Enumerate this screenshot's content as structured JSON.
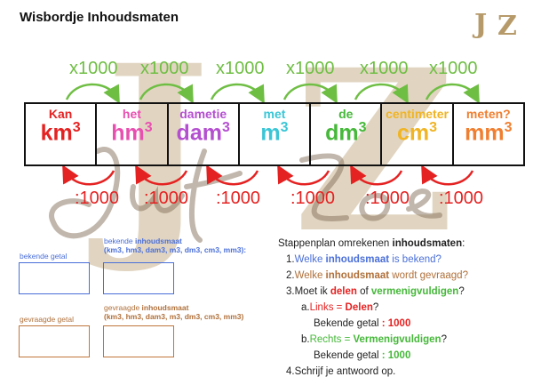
{
  "title": "Wisbordje Inhoudsmaten",
  "logo": {
    "left": "J",
    "right": "Z"
  },
  "watermark": {
    "big_left": "J",
    "big_right": "Z",
    "script": "Juf Zoe"
  },
  "multiply_label": "x1000",
  "divide_label": ":1000",
  "units": [
    {
      "word": "Kan",
      "unit": "km",
      "exp": "3",
      "color": "#e52222"
    },
    {
      "word": "het",
      "unit": "hm",
      "exp": "3",
      "color": "#e84fb0"
    },
    {
      "word": "dametie",
      "unit": "dam",
      "exp": "3",
      "color": "#b44fd0"
    },
    {
      "word": "met",
      "unit": "m",
      "exp": "3",
      "color": "#3bc6d6"
    },
    {
      "word": "de",
      "unit": "dm",
      "exp": "3",
      "color": "#46b83a"
    },
    {
      "word": "centimeter",
      "unit": "cm",
      "exp": "3",
      "color": "#f0b424"
    },
    {
      "word": "meten?",
      "unit": "mm",
      "exp": "3",
      "color": "#f07f30"
    }
  ],
  "left": {
    "known_number": "bekende getal",
    "known_unit_prefix": "bekende ",
    "known_unit_bold": "inhoudsmaat",
    "known_units_list": "(km3, hm3, dam3, m3, dm3, cm3, mm3):",
    "asked_number": "gevraagde getal",
    "asked_unit_prefix": "gevraagde ",
    "asked_unit_bold": "inhoudsmaat",
    "asked_units_list": "(km3, hm3, dam3, m3, dm3, cm3, mm3)"
  },
  "steps": {
    "heading_prefix": "Stappenplan omrekenen ",
    "heading_bold": "inhoudsmaten",
    "heading_suffix": ":",
    "s1_num": "1.",
    "s1_a": "Welke ",
    "s1_b": "inhoudsmaat",
    "s1_c": " is bekend?",
    "s2_num": "2.",
    "s2_a": "Welke ",
    "s2_b": "inhoudsmaat",
    "s2_c": " wordt gevraagd?",
    "s3_num": "3.",
    "s3_a": "Moet ik ",
    "s3_b": "delen",
    "s3_c": " of ",
    "s3_d": "vermenigvuldigen",
    "s3_e": "?",
    "a_num": "a.",
    "a_text": "Links = ",
    "a_bold": "Delen",
    "a_q": "?",
    "a_known": "Bekende getal ",
    "a_val": ": 1000",
    "b_num": "b.",
    "b_text": "Rechts = ",
    "b_bold": "Vermenigvuldigen",
    "b_q": "?",
    "b_known": "Bekende getal ",
    "b_val": ": 1000",
    "s4_num": "4.",
    "s4_text": "Schrijf je antwoord op."
  },
  "colors": {
    "green": "#6fbe44",
    "red": "#e52222",
    "blue": "#4a6fd8",
    "brown": "#b0703a",
    "orange": "#e08a3a"
  }
}
